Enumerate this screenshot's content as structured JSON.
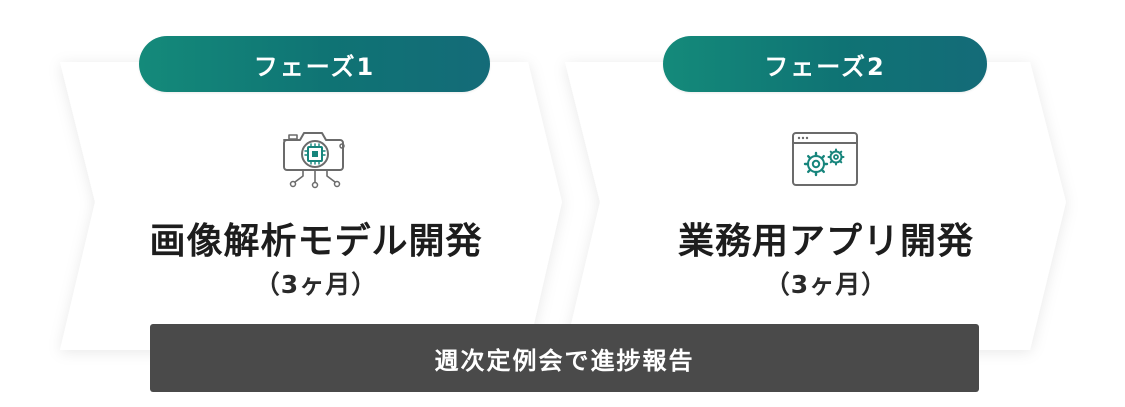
{
  "phases": [
    {
      "badge": "フェーズ1",
      "icon": "ai-camera-icon",
      "title": "画像解析モデル開発",
      "duration": "（3ヶ月）"
    },
    {
      "badge": "フェーズ2",
      "icon": "app-window-gears-icon",
      "title": "業務用アプリ開発",
      "duration": "（3ヶ月）"
    }
  ],
  "footer": {
    "label": "週次定例会で進捗報告"
  },
  "colors": {
    "badge_gradient_start": "#148a7a",
    "badge_gradient_end": "#146b78",
    "icon_teal": "#17857c",
    "icon_gray": "#6b6b6b",
    "footer_bg": "#4a4a4a",
    "title_text": "#1d1d1d"
  }
}
